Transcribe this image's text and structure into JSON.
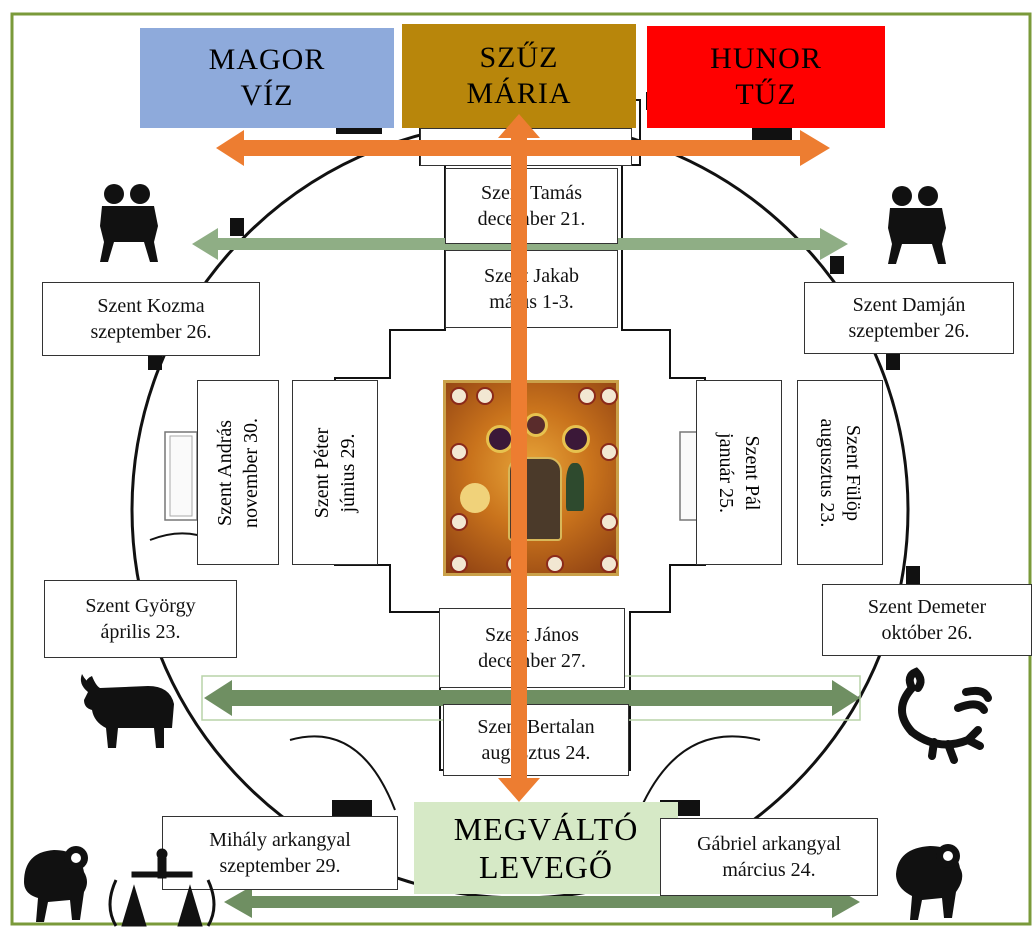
{
  "headers": {
    "left": {
      "line1": "MAGOR",
      "line2": "VÍZ",
      "color": "#8eaadb"
    },
    "center": {
      "line1": "SZŰZ",
      "line2": "MÁRIA",
      "color": "#b8860b"
    },
    "right": {
      "line1": "HUNOR",
      "line2": "TŰZ",
      "color": "#ff0000"
    }
  },
  "bottom_header": {
    "line1": "MEGVÁLTÓ",
    "line2": "LEVEGŐ",
    "color": "#d6e9c6"
  },
  "saints": {
    "tamas": {
      "line1": "Szent Tamás",
      "line2": "december 21."
    },
    "jakab": {
      "line1": "Szent Jakab",
      "line2": "május 1-3."
    },
    "kozma": {
      "line1": "Szent Kozma",
      "line2": "szeptember 26."
    },
    "damjan": {
      "line1": "Szent Damján",
      "line2": "szeptember 26."
    },
    "andras": {
      "line1": "Szent András",
      "line2": "november 30."
    },
    "peter": {
      "line1": "Szent Péter",
      "line2": "június 29."
    },
    "pal": {
      "line1": "Szent Pál",
      "line2": "január 25."
    },
    "fulop": {
      "line1": "Szent Fülöp",
      "line2": "augusztus 23."
    },
    "gyorgy": {
      "line1": "Szent György",
      "line2": "április 23."
    },
    "demeter": {
      "line1": "Szent Demeter",
      "line2": "október 26."
    },
    "janos": {
      "line1": "Szent János",
      "line2": "december 27."
    },
    "bertalan": {
      "line1": "Szent Bertalan",
      "line2": "augusztus 24."
    },
    "mihaly": {
      "line1": "Mihály arkangyal",
      "line2": "szeptember 29."
    },
    "gabriel": {
      "line1": "Gábriel arkangyal",
      "line2": "március 24."
    }
  },
  "zodiac": [
    "gemini-icon",
    "gemini-icon",
    "taurus-icon",
    "scorpio-icon",
    "aries-icon",
    "libra-icon",
    "aries-icon"
  ],
  "colors": {
    "orange_arrow": "#ed7d31",
    "green_arrow": "#7a9a6e",
    "frame": "#7a9a3a",
    "line": "#111111"
  }
}
